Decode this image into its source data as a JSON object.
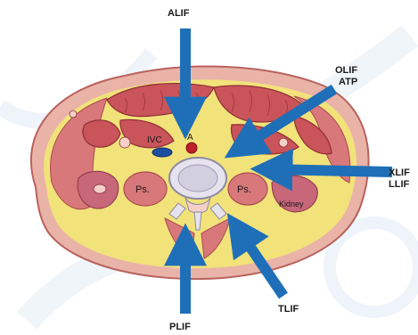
{
  "approaches": [
    {
      "id": "alif",
      "lines": [
        "ALIF"
      ]
    },
    {
      "id": "olif",
      "lines": [
        "OLIF",
        "ATP"
      ]
    },
    {
      "id": "xlif",
      "lines": [
        "XLIF",
        "LLIF"
      ]
    },
    {
      "id": "plif",
      "lines": [
        "PLIF"
      ]
    },
    {
      "id": "tlif",
      "lines": [
        "TLIF"
      ]
    }
  ],
  "anatomy_labels": {
    "ivc": "IVC",
    "aorta": "A",
    "psoas_left": "Ps.",
    "psoas_right": "Ps.",
    "kidney": "Kidney"
  },
  "colors": {
    "arrow": "#1f6fb8",
    "fat": "#f2e27a",
    "muscle": "#d9787a",
    "skin": "#e9b3a8",
    "bowel": "#c9545a",
    "vertebra": "#e6e3ef"
  }
}
